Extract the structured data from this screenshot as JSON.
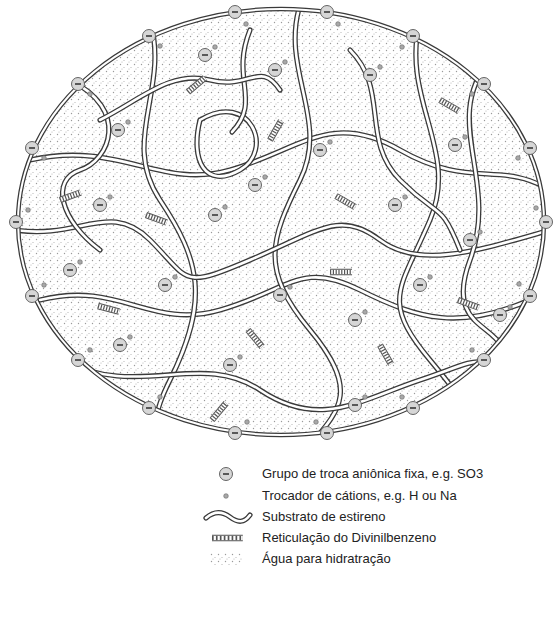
{
  "diagram": {
    "legend": [
      {
        "text": "Grupo de troca aniônica fixa, e.g. SO3"
      },
      {
        "text": "Trocador de cátions, e.g. H ou Na"
      },
      {
        "text": "Substrato de estireno"
      },
      {
        "text": "Reticulação do Divinilbenzeno"
      },
      {
        "text": "Água para hidratração"
      }
    ]
  }
}
